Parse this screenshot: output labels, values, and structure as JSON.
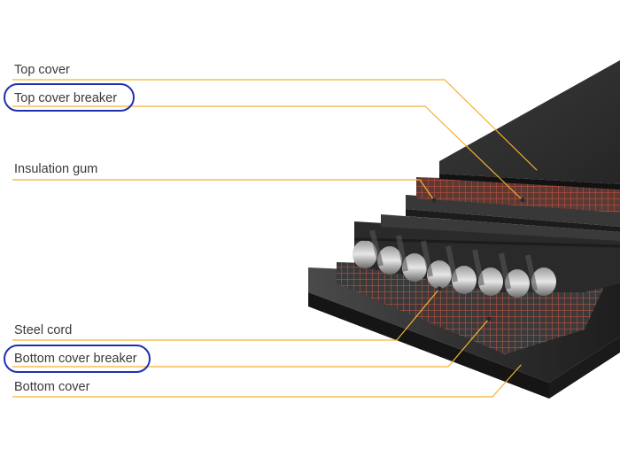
{
  "colors": {
    "leader_line": "#f2b233",
    "highlight": "#1f2fb3",
    "rubber_dark": "#2b2b2b",
    "mesh": "#d0533f",
    "label_text": "#3a3a3a"
  },
  "labels": [
    {
      "id": "top-cover",
      "text": "Top cover",
      "highlighted": false
    },
    {
      "id": "top-cover-breaker",
      "text": "Top cover breaker",
      "highlighted": true
    },
    {
      "id": "insulation-gum",
      "text": "Insulation gum",
      "highlighted": false
    },
    {
      "id": "steel-cord",
      "text": "Steel cord",
      "highlighted": false
    },
    {
      "id": "bottom-cover-breaker",
      "text": "Bottom cover breaker",
      "highlighted": true
    },
    {
      "id": "bottom-cover",
      "text": "Bottom cover",
      "highlighted": false
    }
  ]
}
